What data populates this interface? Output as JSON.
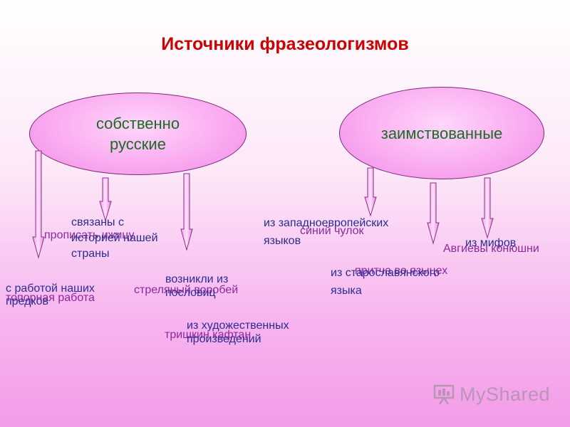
{
  "title": "Источники фразеологизмов",
  "left_group": {
    "label": "собственно русские",
    "sources": [
      {
        "text": "с работой наших предков",
        "example": "топорная работа"
      },
      {
        "text": "связаны с историей нашей страны",
        "example": "прописать ижицу"
      },
      {
        "text": "возникли из пословиц",
        "example": "стреляный воробей"
      },
      {
        "text": "из художественных произведений",
        "example": "тришкин кафтан"
      }
    ]
  },
  "right_group": {
    "label": "заимствованные",
    "sources": [
      {
        "text": "из западноевропейских языков",
        "example": "синий чулок"
      },
      {
        "text": "из старославянского языка",
        "example": "притча во языцех"
      },
      {
        "text": "из мифов",
        "example": "Авгиевы конюшни"
      }
    ]
  },
  "watermark": {
    "text": "MyShared",
    "icon": "presentation-board-icon"
  },
  "colors": {
    "title": "#cc0000",
    "group_label": "#1d6a24",
    "source_text": "#2b2d8f",
    "example_text": "#8a2a9a"
  }
}
